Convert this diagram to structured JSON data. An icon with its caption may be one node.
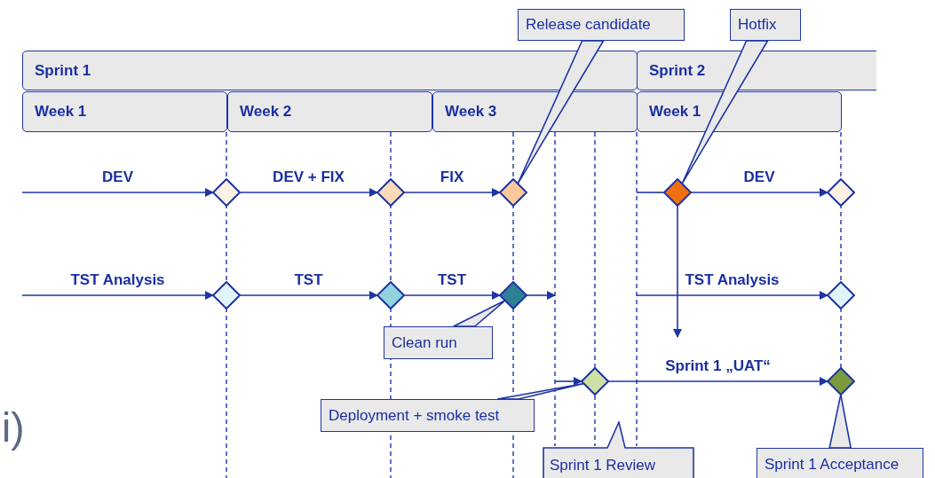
{
  "diagram": {
    "nodes": [
      {
        "text": [
          "Sprint 1"
        ]
      },
      {
        "text": [
          "Sprint 2"
        ]
      },
      {
        "text": [
          "Week 1"
        ]
      },
      {
        "text": [
          "Week 2"
        ]
      },
      {
        "text": [
          "Week 3"
        ]
      },
      {
        "text": [
          "Week 1"
        ]
      },
      {
        "text": [],
        "shape": "diamond"
      },
      {
        "text": [],
        "shape": "diamond"
      },
      {
        "text": [],
        "shape": "diamond"
      },
      {
        "text": [],
        "shape": "diamond"
      },
      {
        "text": [],
        "shape": "diamond"
      },
      {
        "text": [],
        "shape": "diamond"
      },
      {
        "text": [],
        "shape": "diamond"
      },
      {
        "text": [],
        "shape": "diamond"
      },
      {
        "text": [],
        "shape": "diamond"
      },
      {
        "text": [],
        "shape": "diamond"
      },
      {
        "text": [],
        "shape": "diamond"
      },
      {
        "text": [
          "Release candidate"
        ]
      },
      {
        "text": [
          "Hotfix"
        ]
      },
      {
        "text": [
          "Clean run"
        ]
      },
      {
        "text": [
          "Deployment + smoke test"
        ]
      },
      {
        "text": [
          "Sprint 1 Review"
        ]
      },
      {
        "text": [
          "Sprint 1 Acceptance"
        ]
      }
    ],
    "edges": [
      {
        "from": null,
        "to": 6,
        "arrow": "to",
        "label": "DEV"
      },
      {
        "from": 6,
        "to": 7,
        "arrow": "to",
        "label": "DEV + FIX"
      },
      {
        "from": 7,
        "to": 8,
        "arrow": "to",
        "label": "FIX"
      },
      {
        "from": null,
        "to": 9,
        "arrow": "none"
      },
      {
        "from": 9,
        "to": 10,
        "arrow": "to",
        "label": "DEV"
      },
      {
        "from": null,
        "to": 11,
        "arrow": "to",
        "label": "TST Analysis"
      },
      {
        "from": 11,
        "to": 12,
        "arrow": "to",
        "label": "TST"
      },
      {
        "from": 12,
        "to": 13,
        "arrow": "to",
        "label": "TST"
      },
      {
        "from": 13,
        "to": null,
        "arrow": "to"
      },
      {
        "from": null,
        "to": 14,
        "arrow": "to",
        "label": "TST Analysis"
      },
      {
        "from": 9,
        "to": null,
        "arrow": "to"
      },
      {
        "from": null,
        "to": 15,
        "arrow": "to"
      },
      {
        "from": 15,
        "to": 16,
        "arrow": "to",
        "label": "Sprint 1 „UAT“"
      },
      {
        "from": 17,
        "to": 8,
        "arrow": "none"
      },
      {
        "from": 18,
        "to": 9,
        "arrow": "none"
      },
      {
        "from": 19,
        "to": 13,
        "arrow": "none"
      },
      {
        "from": 20,
        "to": 15,
        "arrow": "none"
      },
      {
        "from": 22,
        "to": 16,
        "arrow": "none"
      }
    ],
    "labels": [
      "i)"
    ]
  }
}
